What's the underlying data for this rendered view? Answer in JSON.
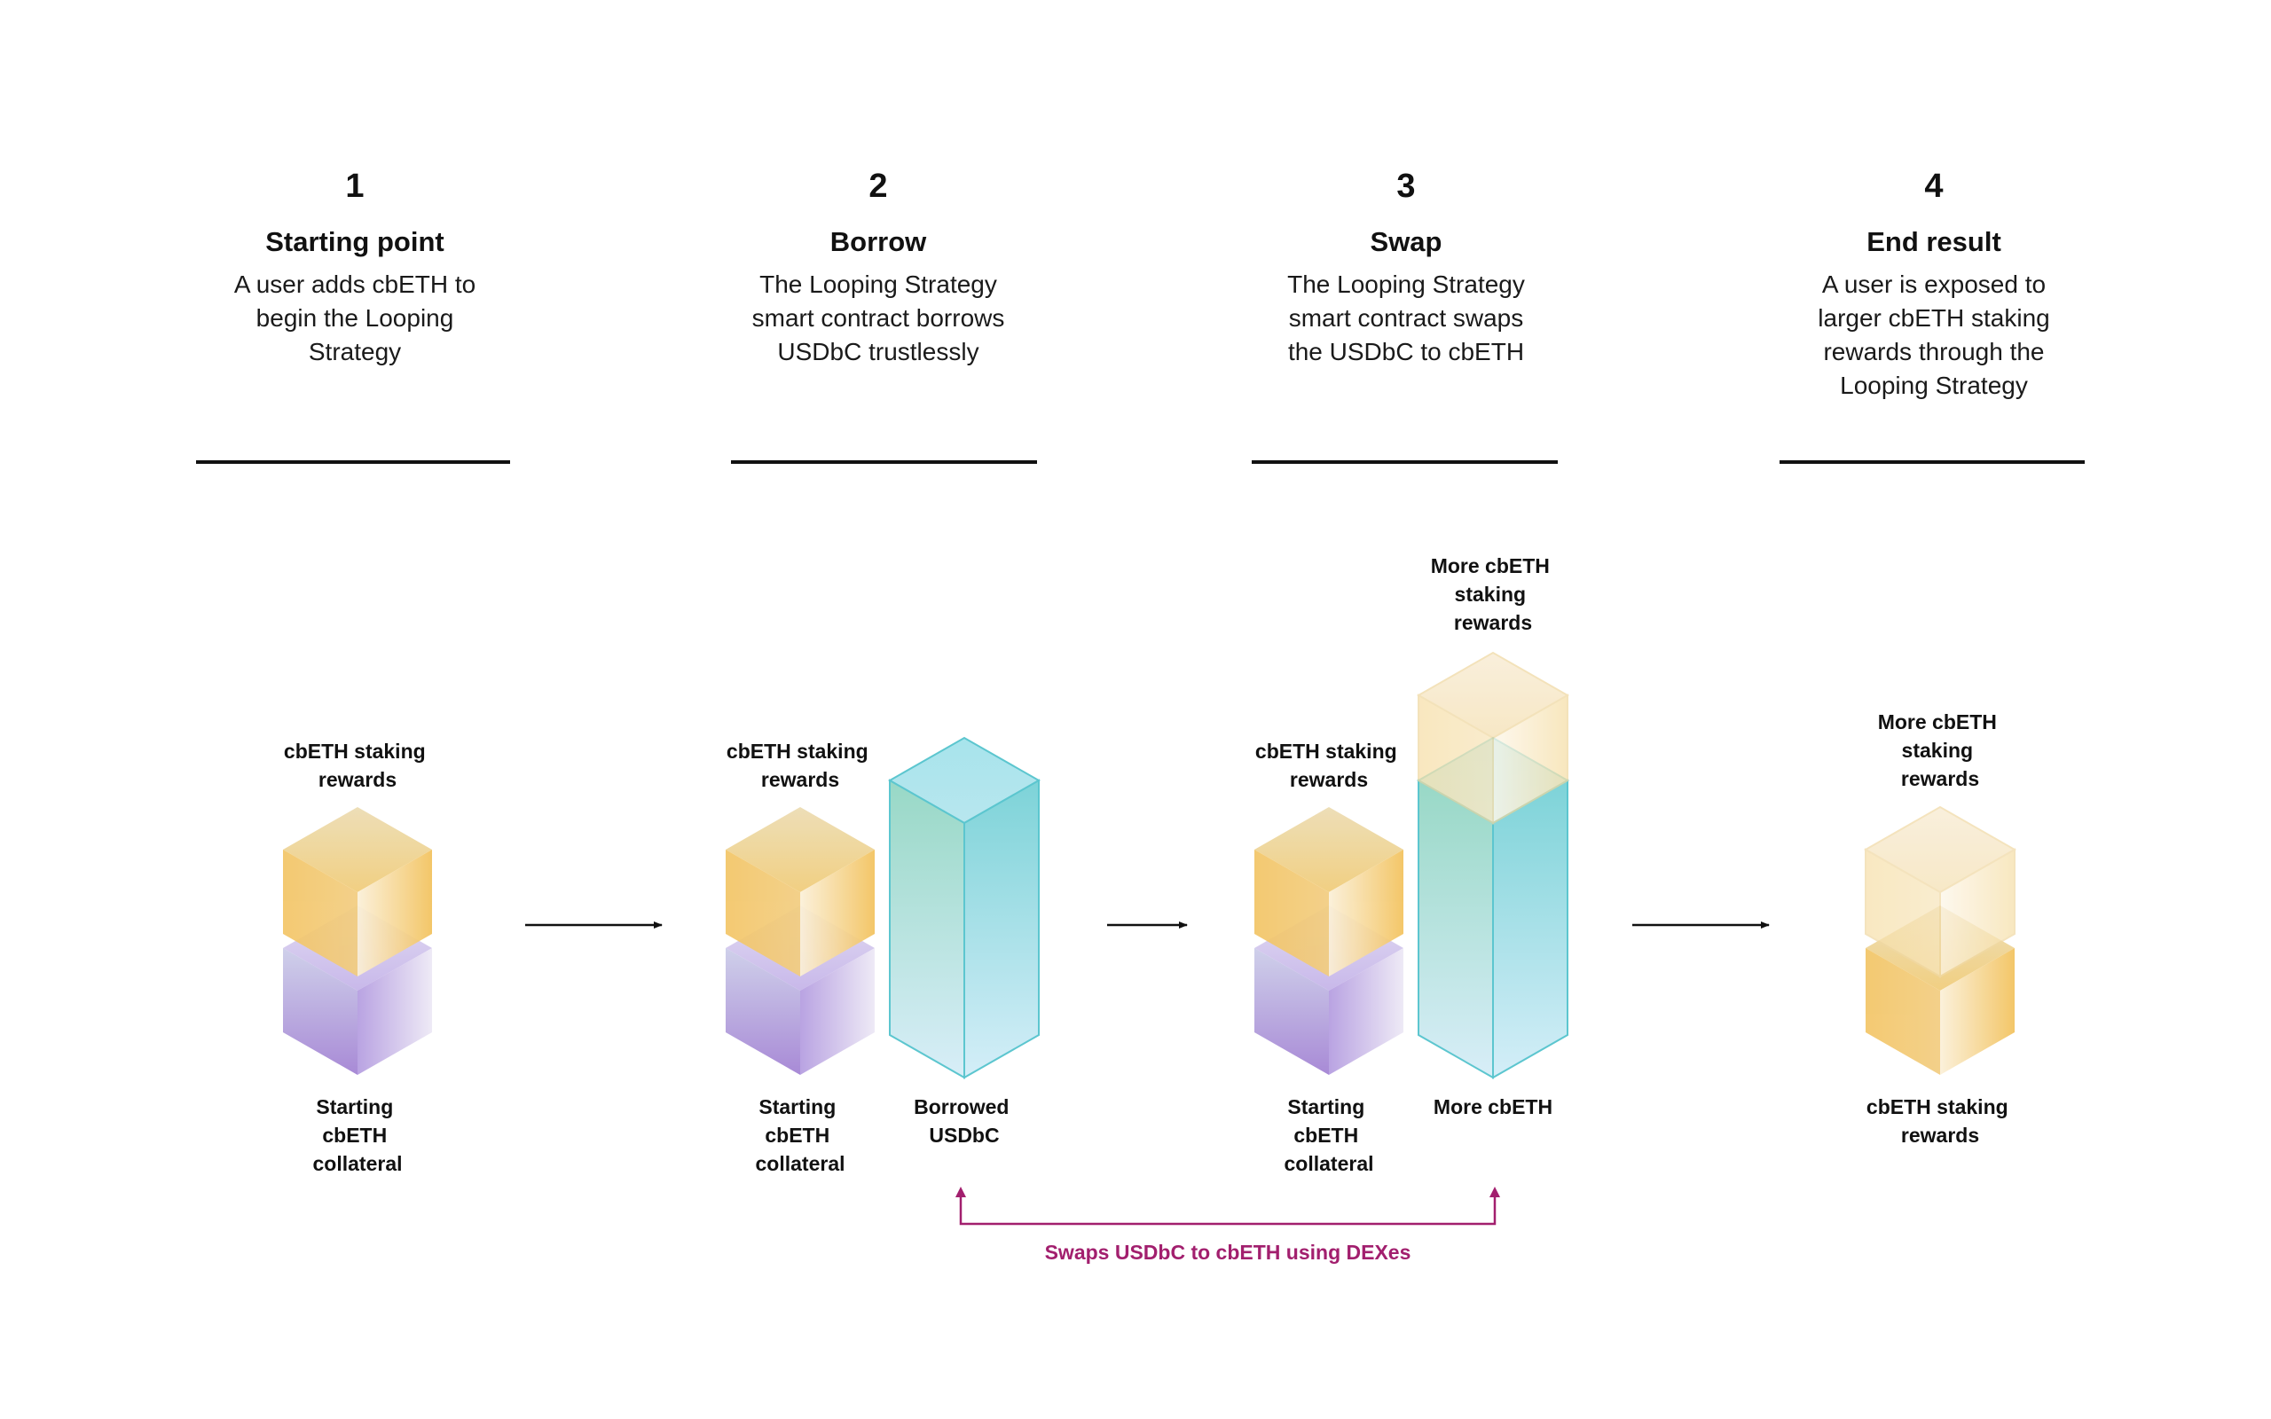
{
  "steps": [
    {
      "number": "1",
      "title": "Starting point",
      "description": "A user adds cbETH to begin the Looping Strategy"
    },
    {
      "number": "2",
      "title": "Borrow",
      "description": "The Looping Strategy smart contract borrows USDbC trustlessly"
    },
    {
      "number": "3",
      "title": "Swap",
      "description": "The Looping Strategy smart contract swaps the USDbC to cbETH"
    },
    {
      "number": "4",
      "title": "End result",
      "description": "A user is exposed to larger cbETH staking rewards through the Looping Strategy"
    }
  ],
  "labels": {
    "s1_top": [
      "cbETH staking",
      "rewards"
    ],
    "s1_bottom": [
      "Starting",
      "cbETH",
      "collateral"
    ],
    "s2_top": [
      "cbETH staking",
      "rewards"
    ],
    "s2_bottom": [
      "Starting",
      "cbETH",
      "collateral"
    ],
    "s2_borrowed": [
      "Borrowed",
      "USDbC"
    ],
    "s3_top": [
      "cbETH staking",
      "rewards"
    ],
    "s3_more_rewards": [
      "More cbETH",
      "staking",
      "rewards"
    ],
    "s3_bottom": [
      "Starting",
      "cbETH",
      "collateral"
    ],
    "s3_more_cbeth": [
      "More cbETH"
    ],
    "s4_top": [
      "More cbETH",
      "staking",
      "rewards"
    ],
    "s4_bottom": [
      "cbETH staking",
      "rewards"
    ]
  },
  "swap_note": "Swaps USDbC to cbETH using DEXes",
  "colors": {
    "gold": "#f2c35a",
    "purple": "#a98bd8",
    "teal": "#6cd0d6",
    "swap_accent": "#a21f6e",
    "text": "#111111"
  }
}
